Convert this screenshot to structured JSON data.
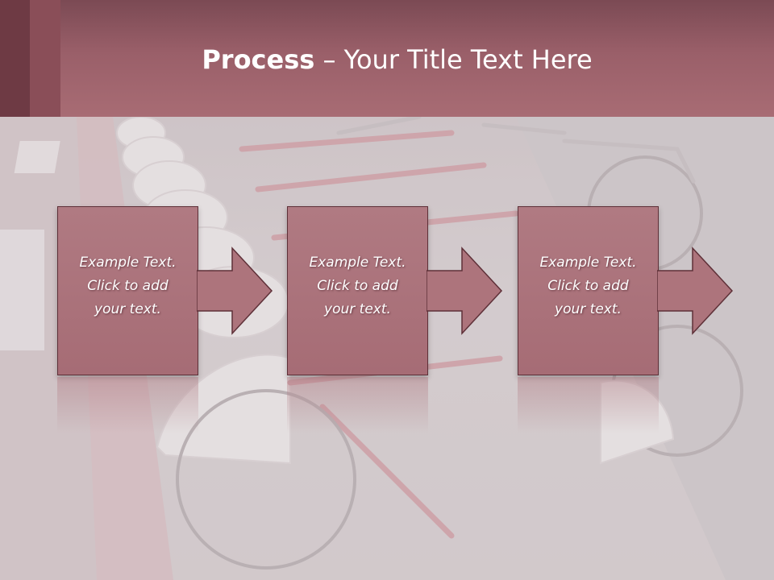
{
  "slide": {
    "title_bold": "Process",
    "title_rest": " – Your Title Text Here",
    "steps": [
      {
        "text": "Example Text.\nClick  to add\nyour text."
      },
      {
        "text": "Example Text.\nClick  to add\nyour text."
      },
      {
        "text": "Example Text.\nClick  to add\nyour text."
      }
    ]
  },
  "colors": {
    "header": "#a86c74",
    "box_fill": "#ad747c",
    "box_border": "#5e3038",
    "text": "#ffffff"
  },
  "background_photo": "bicycle-rental-rack",
  "icons": [
    "arrow-right-icon"
  ]
}
